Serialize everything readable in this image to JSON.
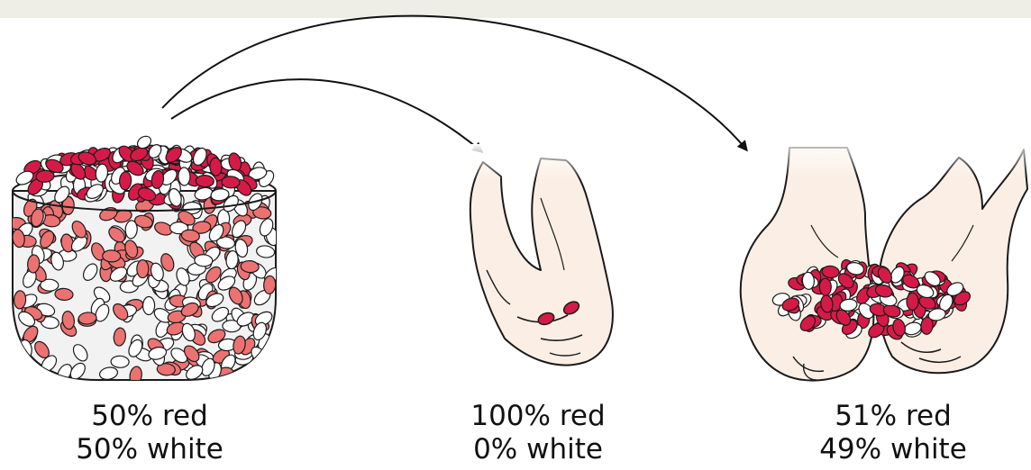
{
  "colors": {
    "red_candy": "#d61a47",
    "pink_candy": "#ec7272",
    "white_candy": "#ffffff",
    "outline": "#1a1a1a",
    "skin": "#fbefe5",
    "top_bar": "#eeeee6"
  },
  "groups": [
    {
      "id": "bowl",
      "red_line": "50% red",
      "white_line": "50% white"
    },
    {
      "id": "small-handful",
      "red_line": "100% red",
      "white_line": "0% white"
    },
    {
      "id": "large-handful",
      "red_line": "51% red",
      "white_line": "49% white"
    }
  ]
}
